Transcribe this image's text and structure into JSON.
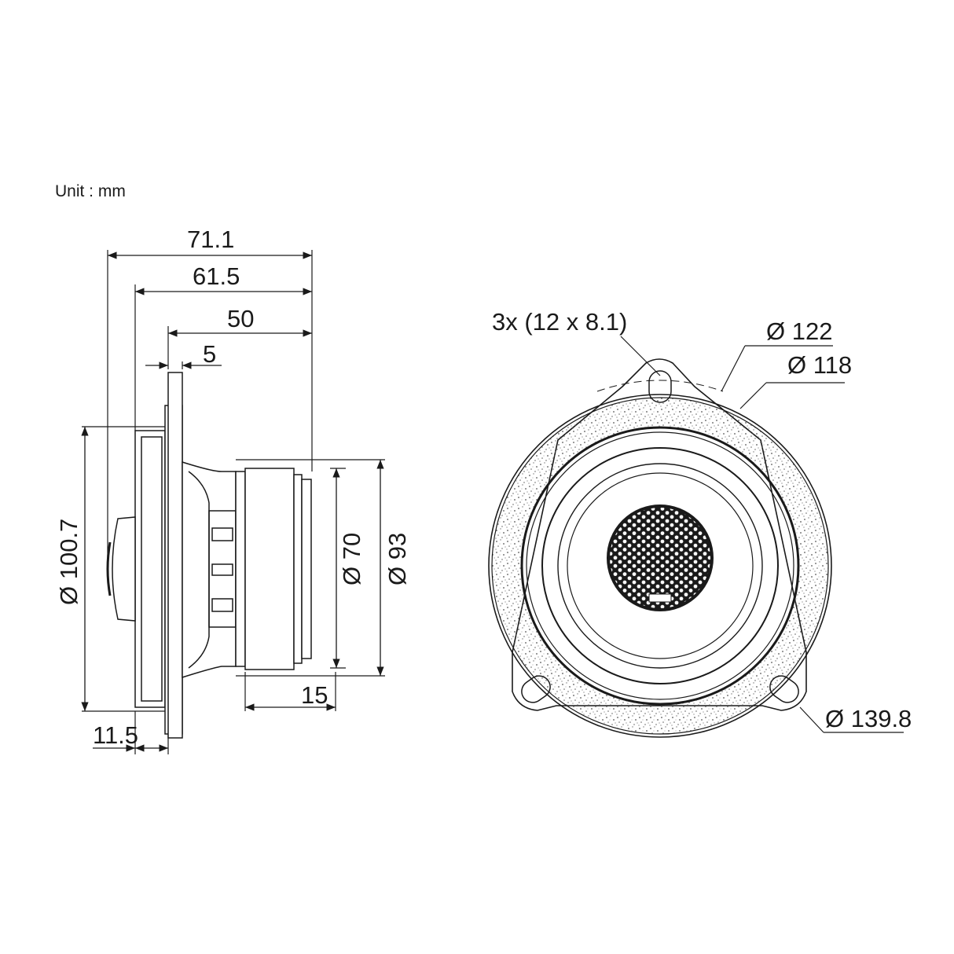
{
  "unit_label": "Unit : mm",
  "side_view": {
    "dim_overall_depth": "71.1",
    "dim_depth_2": "61.5",
    "dim_depth_3": "50",
    "dim_flange": "5",
    "dim_front_dia": "Ø 100.7",
    "dim_magnet_dia": "Ø 70",
    "dim_basket_dia": "Ø 93",
    "dim_magnet_height": "15",
    "dim_tweeter": "11.5"
  },
  "front_view": {
    "dim_holes": "3x (12 x 8.1)",
    "dim_bolt_circle": "Ø 122",
    "dim_cutout": "Ø 118",
    "dim_outer": "Ø 139.8",
    "brand_mark": "brand-logo"
  }
}
